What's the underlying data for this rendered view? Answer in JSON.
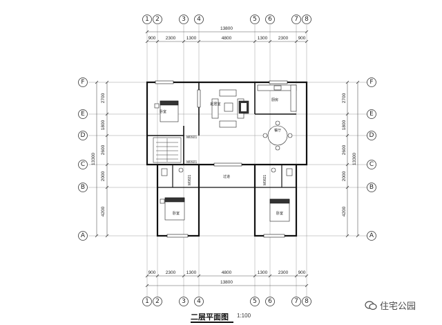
{
  "plan": {
    "title": "二层平面图",
    "scale": "1:100",
    "watermark": "住宅公园",
    "col_axes": [
      "1",
      "2",
      "3",
      "4",
      "5",
      "6",
      "7",
      "8"
    ],
    "row_axes": [
      "F",
      "E",
      "D",
      "C",
      "B",
      "A"
    ],
    "top_total": "13800",
    "bottom_total": "13800",
    "top_segments": [
      "900",
      "2300",
      "1300",
      "4800",
      "1300",
      "2300",
      "900"
    ],
    "bottom_segments": [
      "900",
      "2300",
      "1300",
      "4800",
      "1300",
      "2300",
      "900"
    ],
    "left_segments": [
      "2700",
      "1800",
      "2600",
      "2000",
      "4200"
    ],
    "right_segments": [
      "2700",
      "1800",
      "2600",
      "2000",
      "4200"
    ],
    "left_total": "13300",
    "right_total": "13300",
    "rooms": {
      "bedroom_nw": "卧室",
      "family_hall": "起居室",
      "kitchen": "厨房",
      "dining": "餐厅",
      "corridor": "过道",
      "bedroom_sw": "卧室",
      "bedroom_se": "卧室"
    },
    "doors": {
      "d1": "M0921",
      "d2": "M0921",
      "d3": "M0821",
      "d4": "M0821"
    }
  }
}
